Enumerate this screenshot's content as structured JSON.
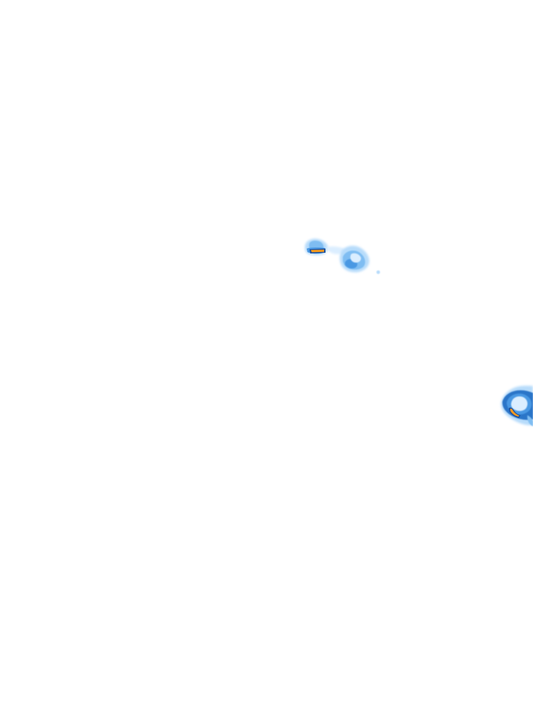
{
  "map": {
    "layer": "precipitation-radar-overlay",
    "background_color": "#ffffff",
    "intensity_palette": {
      "very_light": "#dbeeff",
      "light": "#b7dcfb",
      "moderate": "#7fbdf2",
      "heavy": "#4a98e3",
      "very_heavy": "#2a74c8",
      "intense_core": "#f39a1f",
      "core_outline": "#1f4f9a"
    },
    "cells": [
      {
        "name": "radar-cell-north-west",
        "max_intensity": "intense_core"
      },
      {
        "name": "radar-cell-north-east",
        "max_intensity": "heavy"
      },
      {
        "name": "radar-cell-east-edge",
        "max_intensity": "intense_core"
      }
    ]
  }
}
